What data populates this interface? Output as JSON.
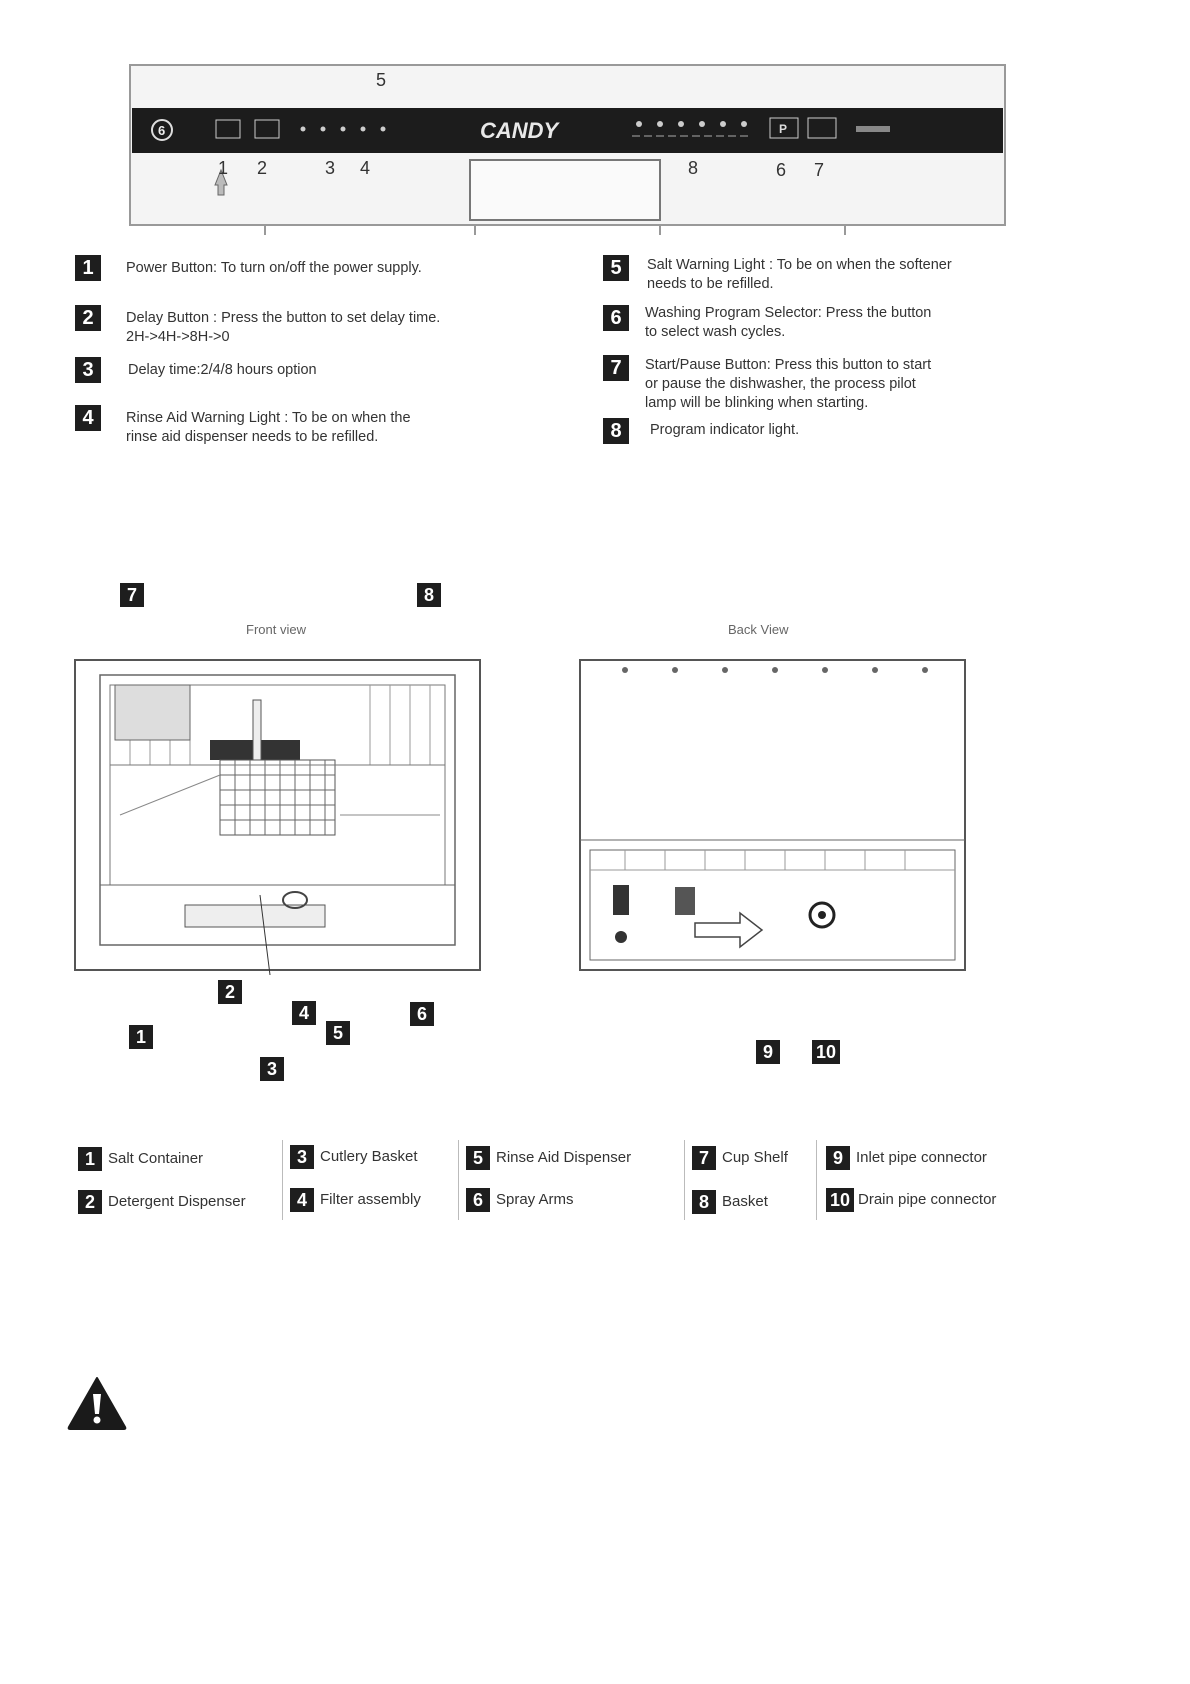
{
  "panel": {
    "brand": "CANDY",
    "callouts": [
      "1",
      "2",
      "3",
      "4",
      "5",
      "6",
      "7",
      "8"
    ]
  },
  "control_descriptions": [
    {
      "num": "1",
      "text": "Power Button: To turn on/off the power supply."
    },
    {
      "num": "2",
      "text": "Delay Button : Press the button to set delay time.\n2H->4H->8H->0"
    },
    {
      "num": "3",
      "text": "Delay time:2/4/8 hours option"
    },
    {
      "num": "4",
      "text": "Rinse Aid Warning Light : To be on when the\nrinse aid dispenser needs to be refilled."
    },
    {
      "num": "5",
      "text": "Salt Warning Light : To be on when the softener\nneeds to be refilled."
    },
    {
      "num": "6",
      "text": "Washing Program Selector: Press the button\nto select wash cycles."
    },
    {
      "num": "7",
      "text": "Start/Pause Button: Press this button to start\nor pause the dishwasher, the process pilot\nlamp will be blinking when starting."
    },
    {
      "num": "8",
      "text": "Program indicator light."
    }
  ],
  "views": {
    "front_caption": "Front view",
    "back_caption": "Back View",
    "front_callouts": [
      "1",
      "2",
      "3",
      "4",
      "5",
      "6",
      "7",
      "8"
    ],
    "back_callouts": [
      "9",
      "10"
    ]
  },
  "parts_legend": [
    {
      "num": "1",
      "label": "Salt Container"
    },
    {
      "num": "2",
      "label": "Detergent Dispenser"
    },
    {
      "num": "3",
      "label": "Cutlery Basket"
    },
    {
      "num": "4",
      "label": "Filter assembly"
    },
    {
      "num": "5",
      "label": "Rinse Aid Dispenser"
    },
    {
      "num": "6",
      "label": "Spray Arms"
    },
    {
      "num": "7",
      "label": "Cup Shelf"
    },
    {
      "num": "8",
      "label": "Basket"
    },
    {
      "num": "9",
      "label": "Inlet pipe connector"
    },
    {
      "num": "10",
      "label": "Drain pipe connector"
    }
  ],
  "warning": {
    "icon": "warning-icon"
  }
}
